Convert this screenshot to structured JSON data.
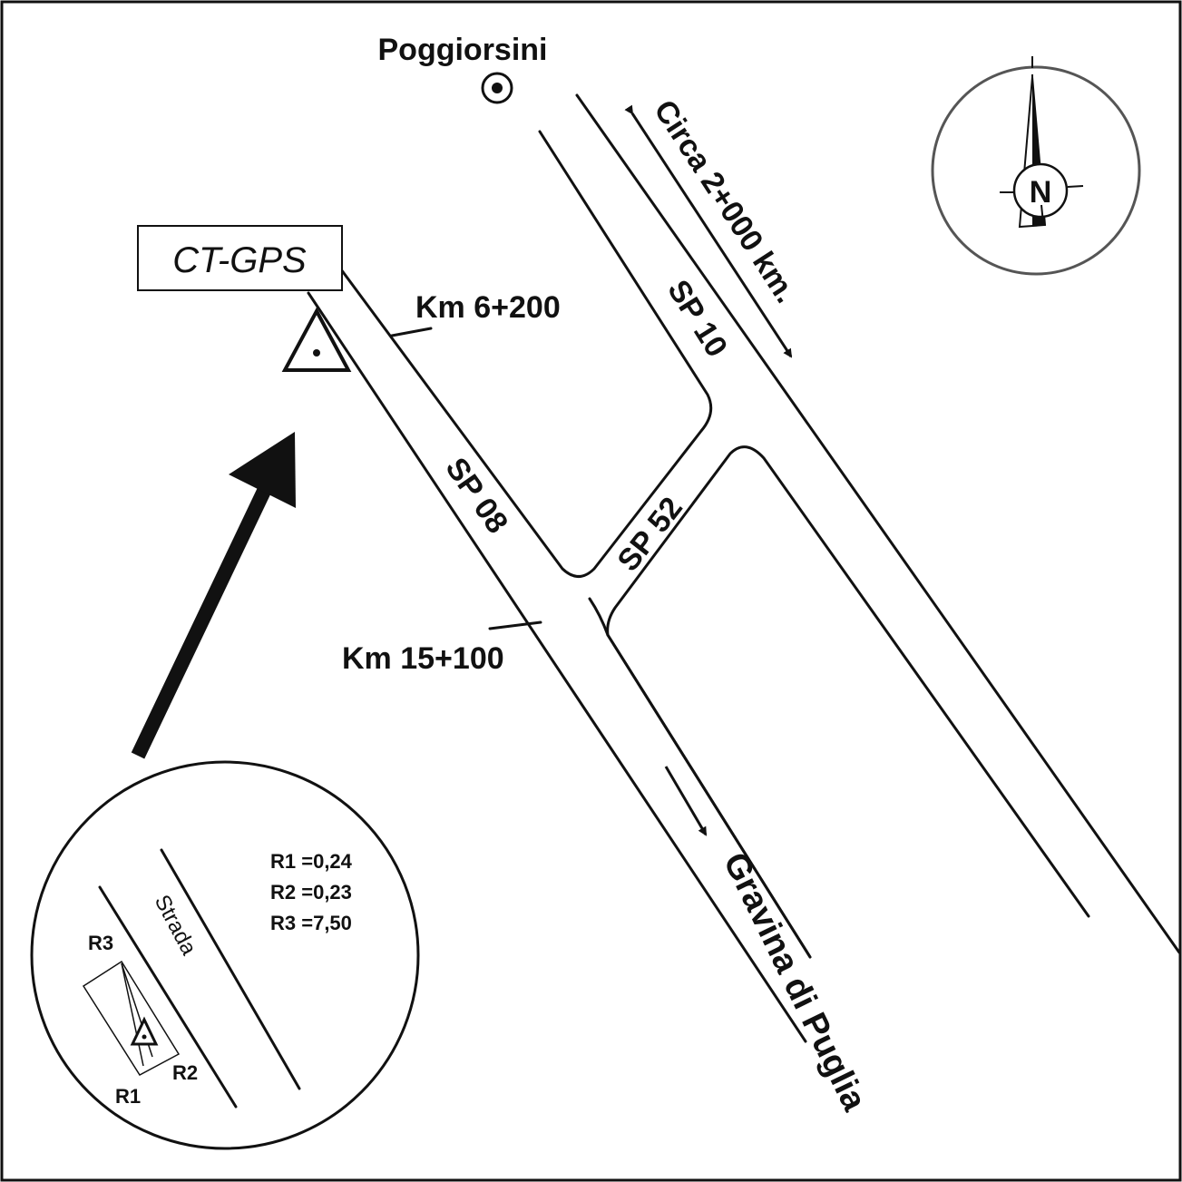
{
  "map": {
    "station_label": "CT-GPS",
    "town": "Poggiorsini",
    "destination": "Gravina di Puglia",
    "distance_note": "Circa 2+000 km.",
    "roads": {
      "sp08": "SP 08",
      "sp10": "SP 10",
      "sp52": "SP 52"
    },
    "km_markers": {
      "upper": "Km 6+200",
      "lower": "Km 15+100"
    },
    "compass_letter": "N"
  },
  "inset": {
    "road_label": "Strada",
    "refs": {
      "r1": "R1",
      "r2": "R2",
      "r3": "R3"
    },
    "measurements": [
      "R1 =0,24",
      "R2 =0,23",
      "R3 =7,50"
    ]
  }
}
